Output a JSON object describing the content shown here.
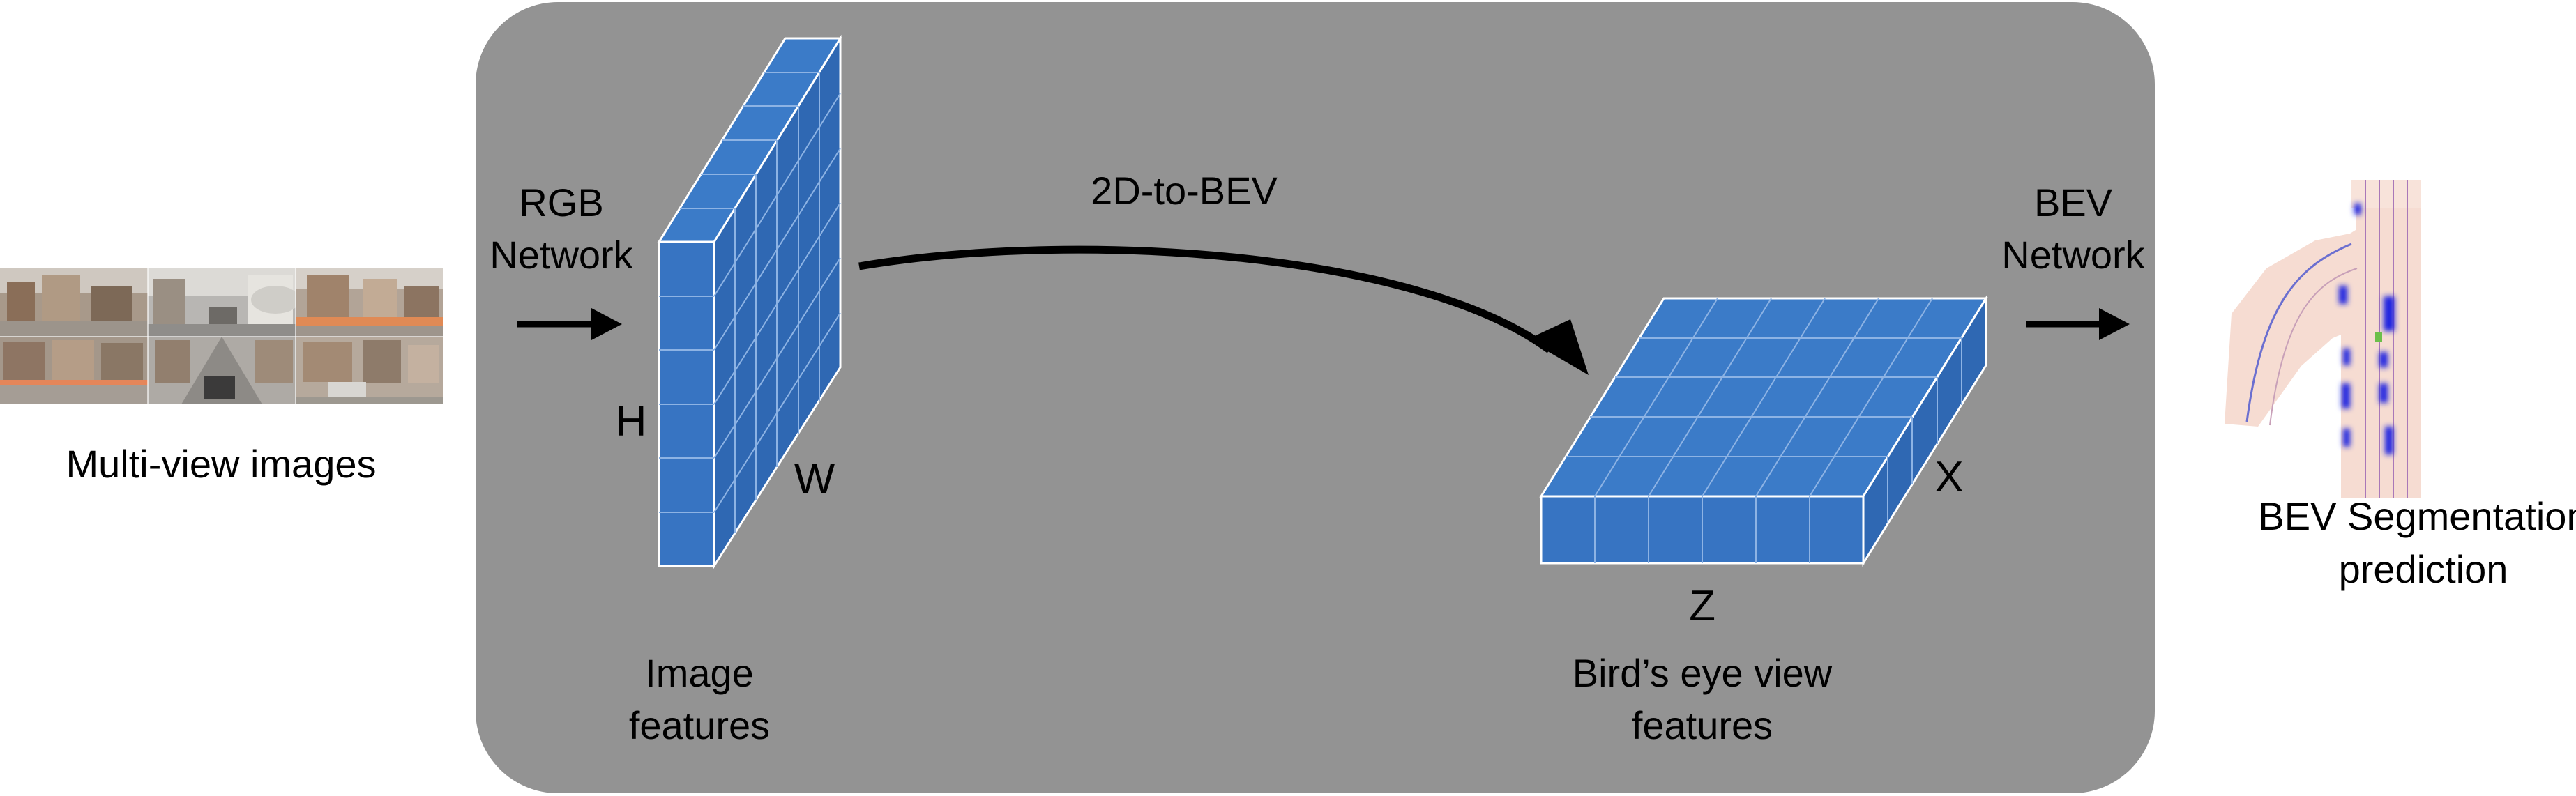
{
  "inputs": {
    "caption": "Multi-view images"
  },
  "rgb_network": {
    "line1": "RGB",
    "line2": "Network"
  },
  "image_features": {
    "dim_h": "H",
    "dim_w": "W",
    "caption_line1": "Image",
    "caption_line2": "features"
  },
  "transform": {
    "label": "2D-to-BEV"
  },
  "bev_features": {
    "dim_x": "X",
    "dim_z": "Z",
    "caption_line1": "Bird’s eye view",
    "caption_line2": "features"
  },
  "bev_network": {
    "line1": "BEV",
    "line2": "Network"
  },
  "output": {
    "caption_line1": "BEV Segmentation",
    "caption_line2": "prediction"
  },
  "colors": {
    "panel": "#939393",
    "tensor_front": "#3774c2",
    "tensor_side": "#2f68b3",
    "tensor_top": "#3b7bc8",
    "grid_line": "#8db3e4",
    "arrow": "#000000",
    "road": "#f6dcd2",
    "lane_line": "#6b6fd0",
    "object": "#1a22e0"
  }
}
